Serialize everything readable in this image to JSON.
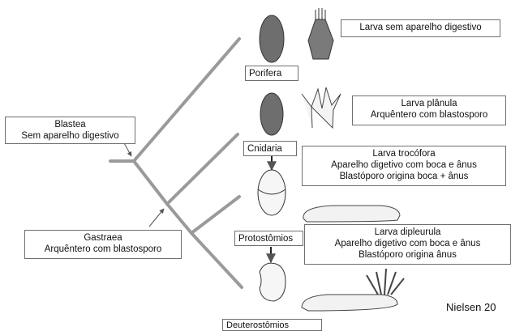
{
  "tree": {
    "blastea": {
      "name": "Blastea",
      "desc": "Sem aparelho digestivo"
    },
    "gastraea": {
      "name": "Gastraea",
      "desc": "Arquêntero com blastosporo"
    }
  },
  "taxa": {
    "porifera": "Porifera",
    "cnidaria": "Cnidaria",
    "protostomios": "Protostômios",
    "deuterostomios": "Deuterostômios"
  },
  "larvae": {
    "porifera": {
      "line1": "Larva sem aparelho digestivo"
    },
    "cnidaria": {
      "line1": "Larva plânula",
      "line2": "Arquêntero com blastosporo"
    },
    "protostomios": {
      "line1": "Larva trocófora",
      "line2": "Aparelho digetivo com boca e ânus",
      "line3": "Blastóporo origina boca + ânus"
    },
    "deuterostomios": {
      "line1": "Larva dipleurula",
      "line2": "Aparelho digetivo com boca e ânus",
      "line3": "Blastóporo origina ânus"
    }
  },
  "credit": "Nielsen 20"
}
